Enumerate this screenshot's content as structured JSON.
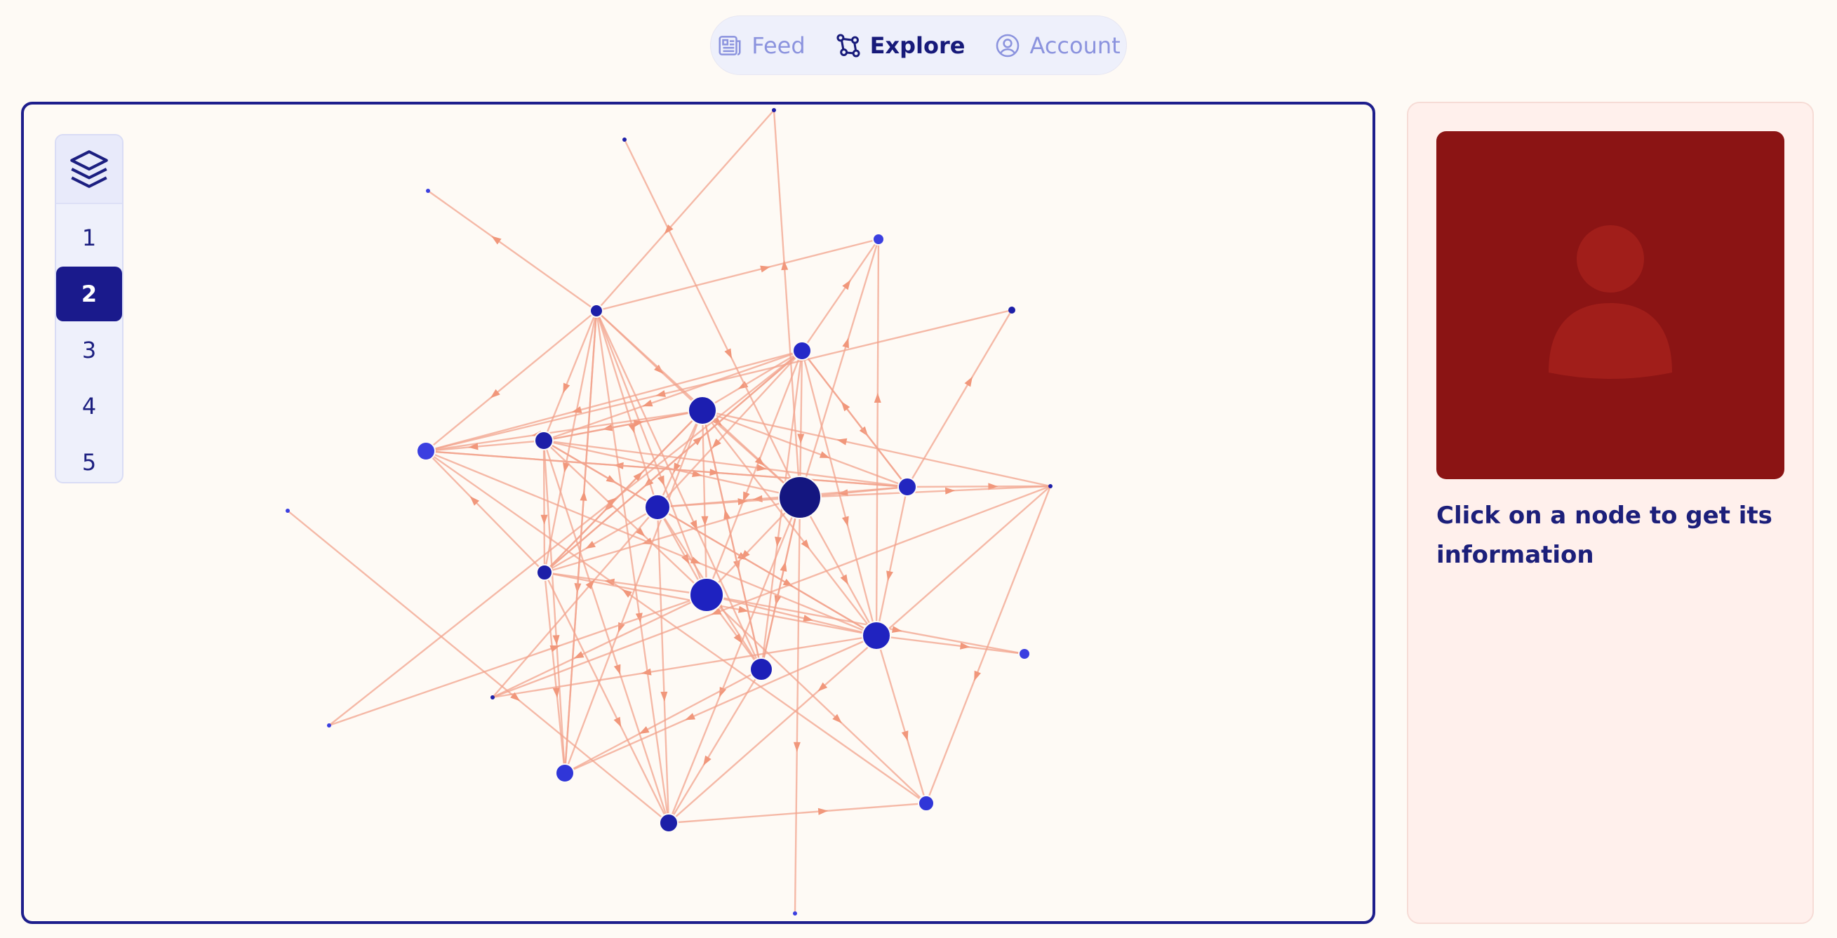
{
  "nav": {
    "items": [
      {
        "label": "Feed",
        "icon": "newspaper-icon",
        "active": false
      },
      {
        "label": "Explore",
        "icon": "graph-icon",
        "active": true
      },
      {
        "label": "Account",
        "icon": "user-circle-icon",
        "active": false
      }
    ]
  },
  "layers": {
    "icon": "layers-icon",
    "items": [
      "1",
      "2",
      "3",
      "4",
      "5"
    ],
    "selected": "2"
  },
  "info": {
    "placeholder_text": "Click on a node to get its information",
    "avatar_icon": "user-silhouette-icon"
  },
  "colors": {
    "accent": "#1a1a8c",
    "edge": "#f2a38c",
    "node_dark": "#171a8a",
    "node_light": "#3b3fe0",
    "avatar_bg": "#8b1414",
    "avatar_fg": "#a11e1a"
  }
}
